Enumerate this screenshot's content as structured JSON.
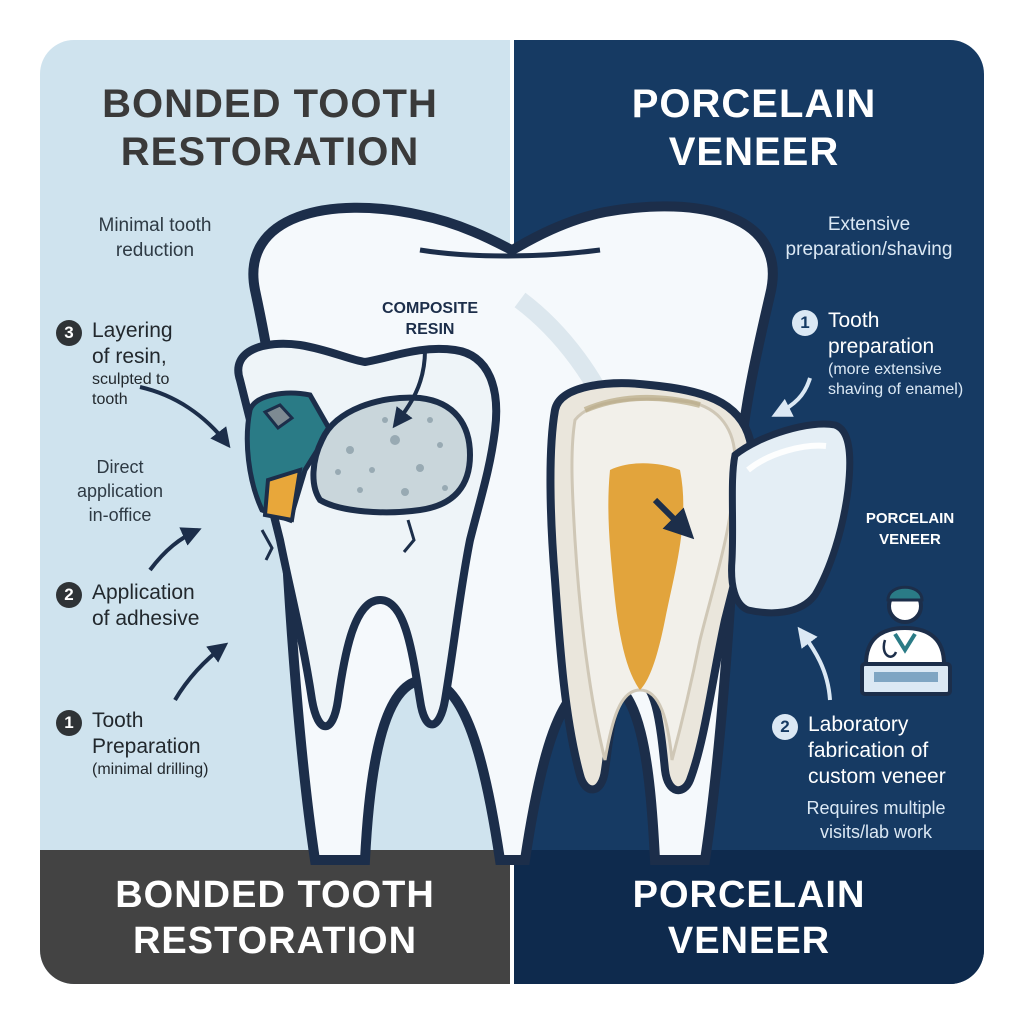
{
  "left": {
    "title_line1": "BONDED TOOTH",
    "title_line2": "RESTORATION",
    "note_top_line1": "Minimal tooth",
    "note_top_line2": "reduction",
    "note_mid_line1": "Direct",
    "note_mid_line2": "application",
    "note_mid_line3": "in-office",
    "callout_line1": "COMPOSITE",
    "callout_line2": "RESIN",
    "steps": [
      {
        "num": "3",
        "line1": "Layering",
        "line2": "of resin,",
        "sub1": "sculpted to",
        "sub2": "tooth"
      },
      {
        "num": "2",
        "line1": "Application",
        "line2": "of adhesive"
      },
      {
        "num": "1",
        "line1": "Tooth",
        "line2": "Preparation",
        "sub1": "(minimal drilling)"
      }
    ],
    "footer_line1": "BONDED TOOTH",
    "footer_line2": "RESTORATION"
  },
  "right": {
    "title_line1": "PORCELAIN",
    "title_line2": "VENEER",
    "note_top_line1": "Extensive",
    "note_top_line2": "preparation/shaving",
    "callout_line1": "PORCELAIN",
    "callout_line2": "VENEER",
    "note_bottom_line1": "Requires multiple",
    "note_bottom_line2": "visits/lab work",
    "steps": [
      {
        "num": "1",
        "line1": "Tooth",
        "line2": "preparation",
        "sub1": "(more extensive",
        "sub2": "shaving of enamel)"
      },
      {
        "num": "2",
        "line1": "Laboratory",
        "line2": "fabrication of",
        "line3": "custom veneer"
      }
    ],
    "footer_line1": "PORCELAIN",
    "footer_line2": "VENEER"
  },
  "colors": {
    "left_panel": "#cfe3ee",
    "right_panel": "#163a63",
    "left_footer": "#434343",
    "right_footer": "#0e2a4d",
    "tooth_outline": "#1c2e4a",
    "dentin": "#e2a43c"
  },
  "icons": [
    "tooth-illustration",
    "composite-resin-icon",
    "porcelain-veneer-shell-icon",
    "dentist-technician-icon",
    "arrow-icon"
  ]
}
